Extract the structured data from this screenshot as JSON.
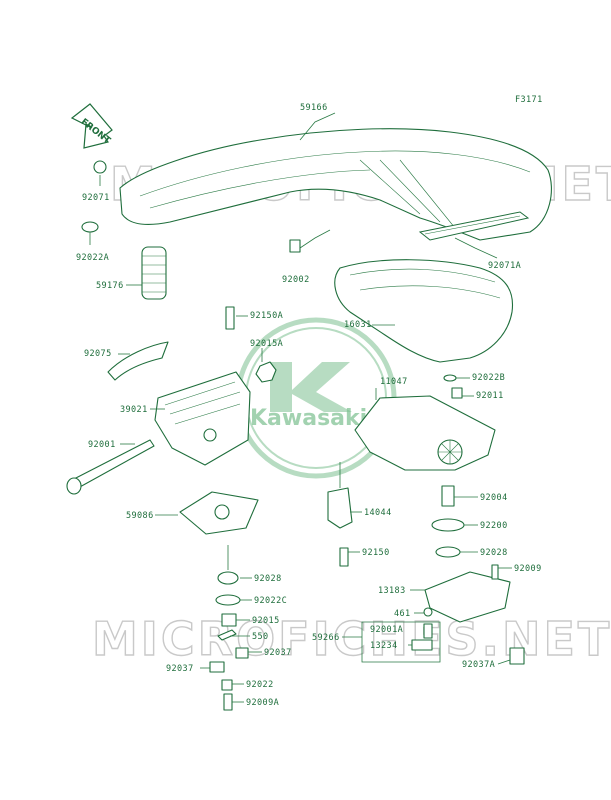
{
  "figure_code": "F3171",
  "front_label": "FRONT",
  "watermark_text": "MICROFICHES.NET",
  "logo_text": "Kawasaki",
  "colors": {
    "line": "#1f6e3c",
    "logo": "#7cc08f",
    "watermark": "#c9c9c9"
  },
  "parts": [
    {
      "id": "59166",
      "label": "59166"
    },
    {
      "id": "92071",
      "label": "92071"
    },
    {
      "id": "92022A",
      "label": "92022A"
    },
    {
      "id": "92002",
      "label": "92002"
    },
    {
      "id": "92071A",
      "label": "92071A"
    },
    {
      "id": "59176",
      "label": "59176"
    },
    {
      "id": "92150A",
      "label": "92150A"
    },
    {
      "id": "16031",
      "label": "16031"
    },
    {
      "id": "92015A",
      "label": "92015A"
    },
    {
      "id": "92075",
      "label": "92075"
    },
    {
      "id": "92022B",
      "label": "92022B"
    },
    {
      "id": "11047",
      "label": "11047"
    },
    {
      "id": "92011",
      "label": "92011"
    },
    {
      "id": "39021",
      "label": "39021"
    },
    {
      "id": "92001",
      "label": "92001"
    },
    {
      "id": "92004",
      "label": "92004"
    },
    {
      "id": "14044",
      "label": "14044"
    },
    {
      "id": "59086",
      "label": "59086"
    },
    {
      "id": "92200",
      "label": "92200"
    },
    {
      "id": "92150",
      "label": "92150"
    },
    {
      "id": "92028b",
      "label": "92028"
    },
    {
      "id": "92009",
      "label": "92009"
    },
    {
      "id": "92028a",
      "label": "92028"
    },
    {
      "id": "13183",
      "label": "13183"
    },
    {
      "id": "92022C",
      "label": "92022C"
    },
    {
      "id": "461",
      "label": "461"
    },
    {
      "id": "92015",
      "label": "92015"
    },
    {
      "id": "92001A",
      "label": "92001A"
    },
    {
      "id": "550",
      "label": "550"
    },
    {
      "id": "59266",
      "label": "59266"
    },
    {
      "id": "13234",
      "label": "13234"
    },
    {
      "id": "92037",
      "label": "92037"
    },
    {
      "id": "92037b",
      "label": "92037"
    },
    {
      "id": "92037A",
      "label": "92037A"
    },
    {
      "id": "92022",
      "label": "92022"
    },
    {
      "id": "92009A",
      "label": "92009A"
    }
  ]
}
